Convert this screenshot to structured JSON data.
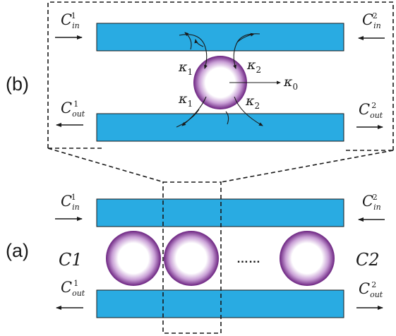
{
  "panel_b": {
    "label": "(b)",
    "ports": {
      "in_left": {
        "sym": "C",
        "sub": "in",
        "sup": "1"
      },
      "in_right": {
        "sym": "C",
        "sub": "in",
        "sup": "2"
      },
      "out_left": {
        "sym": "C",
        "sub": "out",
        "sup": "1"
      },
      "out_right": {
        "sym": "C",
        "sub": "out",
        "sup": "2"
      }
    },
    "couplings": {
      "k1_top": {
        "sym": "κ",
        "sub": "1"
      },
      "k2_top": {
        "sym": "κ",
        "sub": "2"
      },
      "k1_bottom": {
        "sym": "κ",
        "sub": "1"
      },
      "k2_bottom": {
        "sym": "κ",
        "sub": "2"
      },
      "k0": {
        "sym": "κ",
        "sub": "0"
      }
    }
  },
  "panel_a": {
    "label": "(a)",
    "ports": {
      "in_left": {
        "sym": "C",
        "sub": "in",
        "sup": "1"
      },
      "in_right": {
        "sym": "C",
        "sub": "in",
        "sup": "2"
      },
      "out_left": {
        "sym": "C",
        "sub": "out",
        "sup": "1"
      },
      "out_right": {
        "sym": "C",
        "sub": "out",
        "sup": "2"
      }
    },
    "left_end_label": "C1",
    "right_end_label": "C2",
    "ellipsis": "……"
  },
  "colors": {
    "waveguide": "#29abe2",
    "ring_outer": "#7b2f8e",
    "ring_inner": "#ffffff",
    "stroke": "#1a1a1a"
  }
}
